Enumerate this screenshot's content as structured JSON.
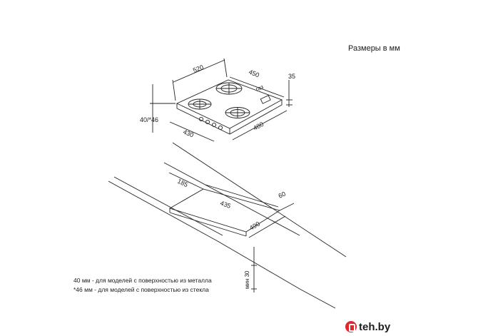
{
  "title": "Размеры в мм",
  "hob": {
    "width": "520",
    "width_inner": "450",
    "gas_label": "газ",
    "height": "35",
    "thickness": "40/*46",
    "front_depth": "430",
    "depth": "480"
  },
  "cutout": {
    "back_offset": "185",
    "side_offset": "60",
    "cut_width": "435",
    "cut_depth": "490",
    "min_clearance": "мин 30"
  },
  "notes": [
    "40 мм - для моделей с поверхностью из металла",
    "*46 мм - для моделей с поверхностью из стекла"
  ],
  "watermark": "teh.by"
}
